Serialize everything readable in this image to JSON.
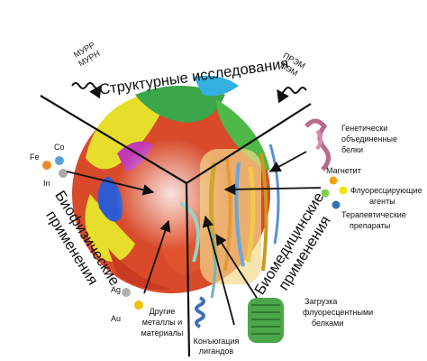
{
  "sectors": {
    "structural": "Структурные исследования",
    "biophysical_line1": "Биофизические",
    "biophysical_line2": "применения",
    "biomedical_line1": "Биомедицинские",
    "biomedical_line2": "применения"
  },
  "technique_labels": {
    "murr": "МУРР",
    "murn": "МУРН",
    "prem": "ПРЭМ",
    "pem": "ПЭМ"
  },
  "elements": {
    "fe": "Fe",
    "co": "Co",
    "in": "In",
    "ag": "Ag",
    "au": "Au"
  },
  "callouts": {
    "genetic_line1": "Генетически",
    "genetic_line2": "объединенные",
    "genetic_line3": "белки",
    "magnetite": "Магнетит",
    "fluor_agents_line1": "Флуоресцирующие",
    "fluor_agents_line2": "агенты",
    "therapeutic_line1": "Терапевтические",
    "therapeutic_line2": "препараты",
    "loading_line1": "Загрузка",
    "loading_line2": "флуоресцентными",
    "loading_line3": "белками",
    "other_metals_line1": "Другие",
    "other_metals_line2": "металлы и",
    "other_metals_line3": "материалы",
    "ligand_line1": "Конъюгация",
    "ligand_line2": "лигандов"
  },
  "colors": {
    "fe_dot": "#f08a24",
    "co_dot": "#5aa0d8",
    "in_dot": "#a9a9a9",
    "ag_dot": "#b0b0b0",
    "au_dot": "#f2c200",
    "magnetite_dot": "#f2a100",
    "fluor_yellow": "#f5e400",
    "fluor_green": "#7fd04b",
    "therapeutic_dot": "#2f6db5"
  }
}
